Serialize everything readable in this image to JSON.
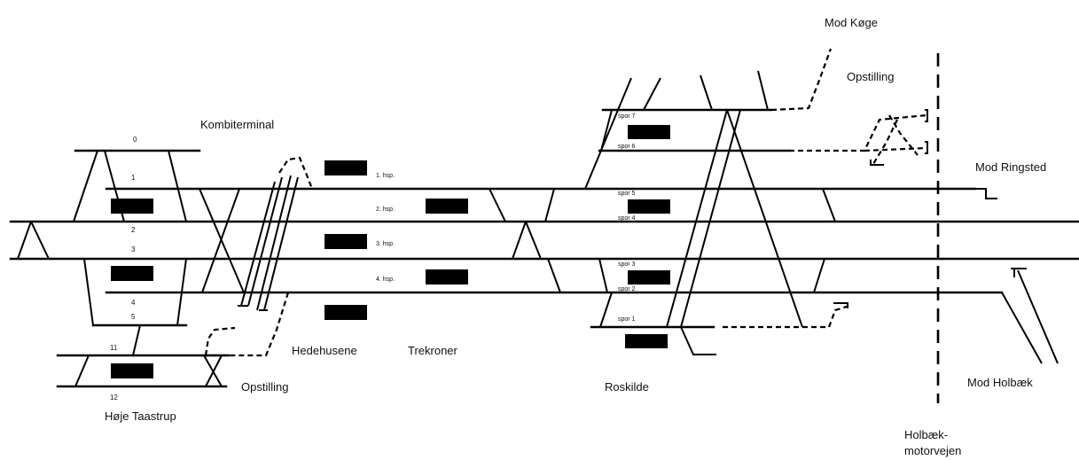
{
  "stations": {
    "hoeje_taastrup": "Høje Taastrup",
    "hedehusene": "Hedehusene",
    "trekroner": "Trekroner",
    "roskilde": "Roskilde"
  },
  "labels": {
    "kombiterminal": "Kombiterminal",
    "opstilling_left": "Opstilling",
    "opstilling_right": "Opstilling",
    "mod_koege": "Mod Køge",
    "mod_ringsted": "Mod Ringsted",
    "mod_holbaek": "Mod Holbæk",
    "holbaek_motorvejen_1": "Holbæk-",
    "holbaek_motorvejen_2": "motorvejen"
  },
  "track_numbers": {
    "t0": "0",
    "t1": "1",
    "t2": "2",
    "t3": "3",
    "t4": "4",
    "t5": "5",
    "t11": "11",
    "t12": "12"
  },
  "main_tracks": {
    "h1": "1. hsp.",
    "h2": "2. hsp.",
    "h3": "3. hsp.",
    "h4": "4. hsp."
  },
  "roskilde_tracks": {
    "spor7": "spor 7",
    "spor6": "spor 6",
    "spor5": "spor 5",
    "spor4": "spor 4",
    "spor3": "spor 3",
    "spor2": "spor 2",
    "spor1": "spor 1"
  },
  "colors": {
    "line": "#000000",
    "background": "#ffffff"
  }
}
